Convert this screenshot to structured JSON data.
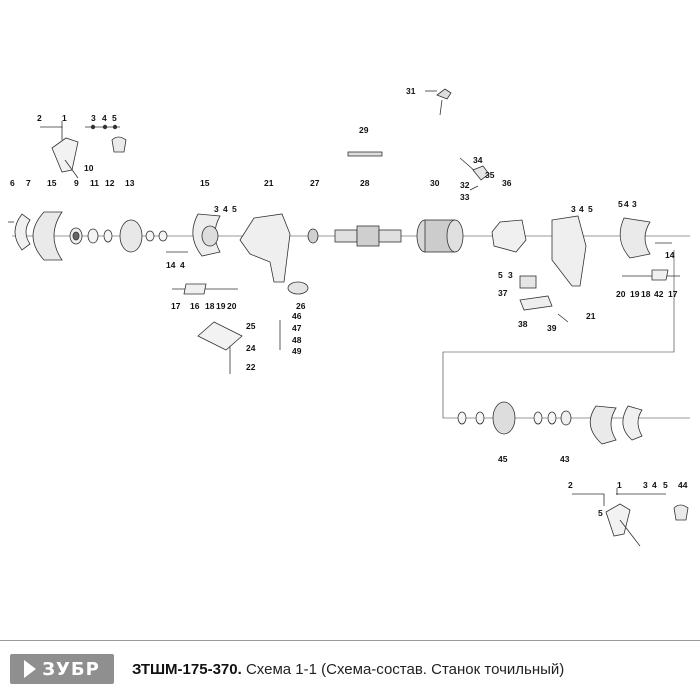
{
  "brand": {
    "logo_text": "ЗУБР"
  },
  "title": {
    "model": "ЗТШМ-175-370.",
    "description": " Схема 1-1 (Схема-состав. Станок точильный)"
  },
  "part_labels": [
    {
      "id": "l31",
      "text": "31"
    },
    {
      "id": "l2a",
      "text": "2"
    },
    {
      "id": "l1a",
      "text": "1"
    },
    {
      "id": "l3a",
      "text": "3"
    },
    {
      "id": "l4a",
      "text": "4"
    },
    {
      "id": "l5a",
      "text": "5"
    },
    {
      "id": "l29",
      "text": "29"
    },
    {
      "id": "l10",
      "text": "10"
    },
    {
      "id": "l34",
      "text": "34"
    },
    {
      "id": "l35",
      "text": "35"
    },
    {
      "id": "l32",
      "text": "32"
    },
    {
      "id": "l33",
      "text": "33"
    },
    {
      "id": "l6",
      "text": "6"
    },
    {
      "id": "l7",
      "text": "7"
    },
    {
      "id": "l15a",
      "text": "15"
    },
    {
      "id": "l9",
      "text": "9"
    },
    {
      "id": "l11",
      "text": "11"
    },
    {
      "id": "l12",
      "text": "12"
    },
    {
      "id": "l13",
      "text": "13"
    },
    {
      "id": "l15b",
      "text": "15"
    },
    {
      "id": "l21a",
      "text": "21"
    },
    {
      "id": "l27",
      "text": "27"
    },
    {
      "id": "l28",
      "text": "28"
    },
    {
      "id": "l30",
      "text": "30"
    },
    {
      "id": "l36",
      "text": "36"
    },
    {
      "id": "l3b",
      "text": "3"
    },
    {
      "id": "l4b",
      "text": "4"
    },
    {
      "id": "l5b",
      "text": "5"
    },
    {
      "id": "l3c",
      "text": "3"
    },
    {
      "id": "l4c",
      "text": "4"
    },
    {
      "id": "l5c",
      "text": "5"
    },
    {
      "id": "l5d",
      "text": "5"
    },
    {
      "id": "l4d",
      "text": "4"
    },
    {
      "id": "l3d",
      "text": "3"
    },
    {
      "id": "l14a",
      "text": "14"
    },
    {
      "id": "l4e",
      "text": "4"
    },
    {
      "id": "l5e",
      "text": "5"
    },
    {
      "id": "l3e",
      "text": "3"
    },
    {
      "id": "l14b",
      "text": "14"
    },
    {
      "id": "l17a",
      "text": "17"
    },
    {
      "id": "l16",
      "text": "16"
    },
    {
      "id": "l18a",
      "text": "18"
    },
    {
      "id": "l19a",
      "text": "19"
    },
    {
      "id": "l20a",
      "text": "20"
    },
    {
      "id": "l26",
      "text": "26"
    },
    {
      "id": "l37",
      "text": "37"
    },
    {
      "id": "l20b",
      "text": "20"
    },
    {
      "id": "l19b",
      "text": "19"
    },
    {
      "id": "l18b",
      "text": "18"
    },
    {
      "id": "l42",
      "text": "42"
    },
    {
      "id": "l17b",
      "text": "17"
    },
    {
      "id": "l25",
      "text": "25"
    },
    {
      "id": "l46",
      "text": "46"
    },
    {
      "id": "l47",
      "text": "47"
    },
    {
      "id": "l48",
      "text": "48"
    },
    {
      "id": "l49",
      "text": "49"
    },
    {
      "id": "l24",
      "text": "24"
    },
    {
      "id": "l22",
      "text": "22"
    },
    {
      "id": "l38",
      "text": "38"
    },
    {
      "id": "l39",
      "text": "39"
    },
    {
      "id": "l21b",
      "text": "21"
    },
    {
      "id": "l45",
      "text": "45"
    },
    {
      "id": "l43",
      "text": "43"
    },
    {
      "id": "l2b",
      "text": "2"
    },
    {
      "id": "l1b",
      "text": "1"
    },
    {
      "id": "l3f",
      "text": "3"
    },
    {
      "id": "l4f",
      "text": "4"
    },
    {
      "id": "l5f",
      "text": "5"
    },
    {
      "id": "l44",
      "text": "44"
    },
    {
      "id": "l5g",
      "text": "5"
    }
  ]
}
